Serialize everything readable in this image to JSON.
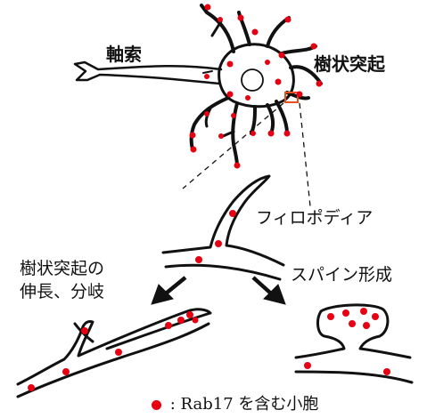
{
  "labels": {
    "axon": "軸索",
    "dendrite": "樹状突起",
    "filopodia": "フィロポディア",
    "elongation_line1": "樹状突起の",
    "elongation_line2": "伸長、分岐",
    "spine_formation": "スパイン形成"
  },
  "legend": {
    "separator": ":",
    "text": "Rab17 を含む小胞"
  },
  "colors": {
    "vesicle": "#e60012",
    "highlight_box": "#e94e1b",
    "line": "#111111"
  }
}
